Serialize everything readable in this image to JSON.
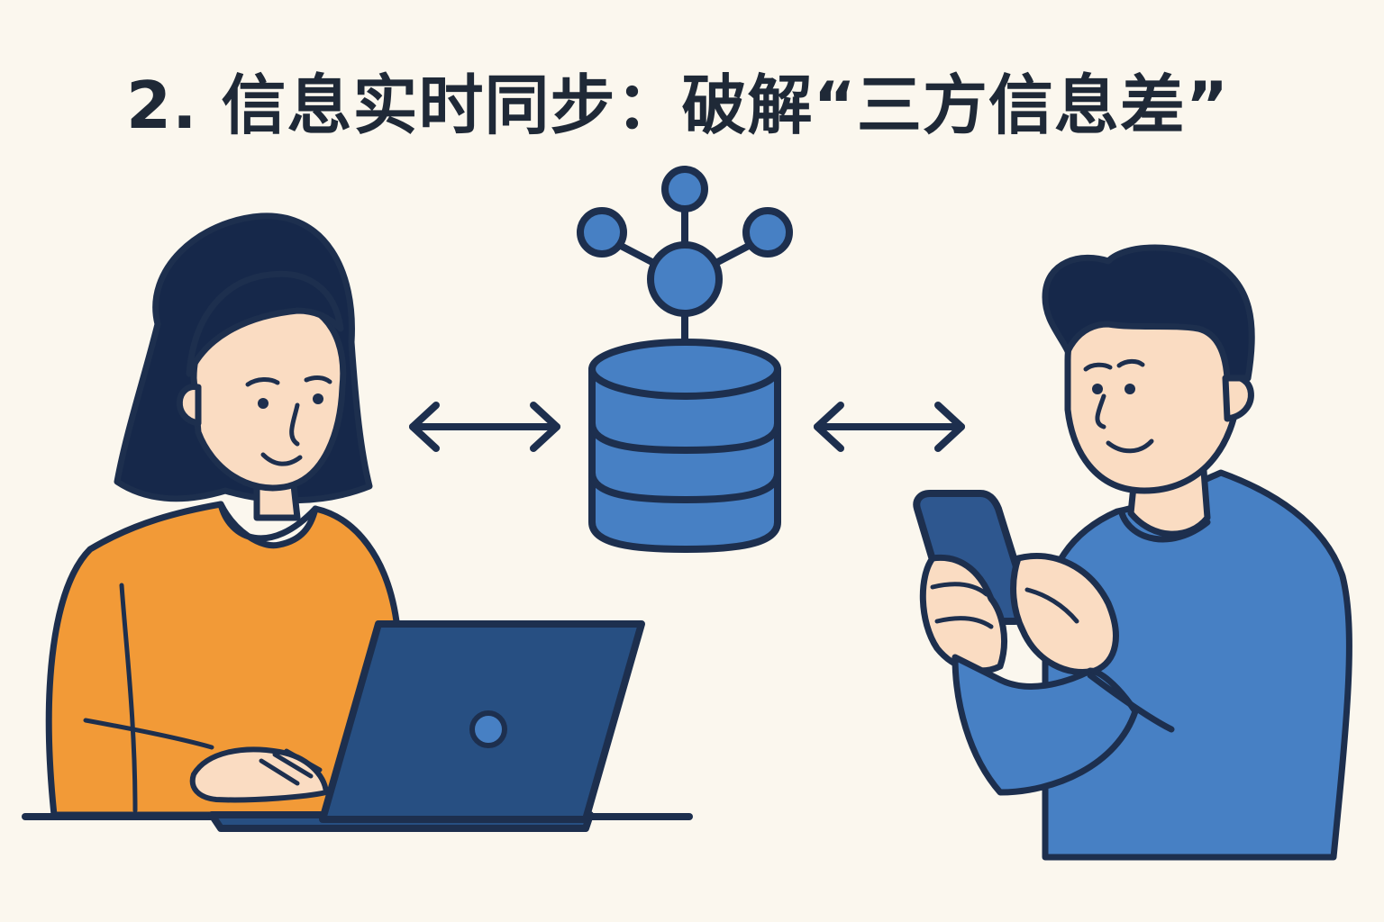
{
  "title": "2. 信息实时同步：破解“三方信息差”",
  "colors": {
    "background": "#FBF7EE",
    "outline": "#1D2F4E",
    "hair": "#16284A",
    "skin": "#FADCC2",
    "woman_shirt": "#F29A37",
    "man_shirt": "#4780C4",
    "laptop": "#274F82",
    "database": "#4780C4",
    "phone": "#2E578F"
  },
  "icons": {
    "center": "database-network-icon",
    "left_arrow": "bidirectional-arrow-icon",
    "right_arrow": "bidirectional-arrow-icon"
  },
  "figures": [
    "woman-using-laptop",
    "man-using-phone"
  ]
}
